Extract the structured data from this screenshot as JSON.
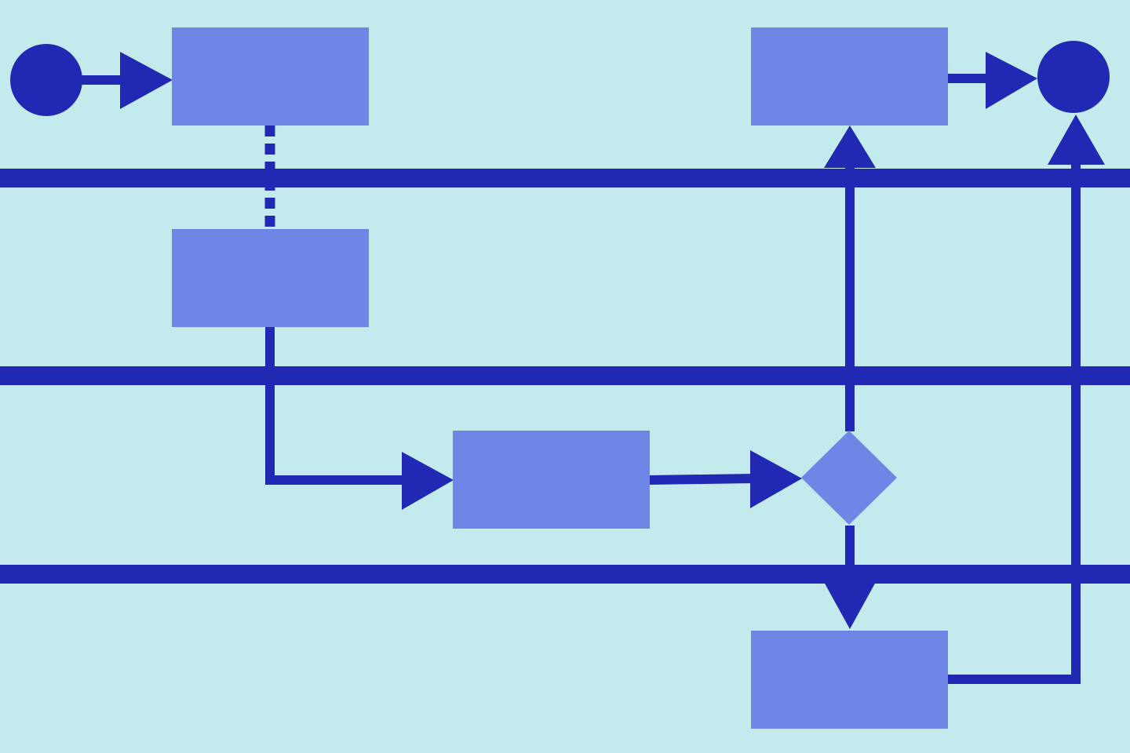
{
  "diagram": {
    "type": "swimlane-flowchart",
    "lane_count": 4,
    "colors": {
      "background": "#C3EBEE",
      "line": "#2128B4",
      "node_fill": "#6E86E6",
      "terminal": "#2128B4"
    },
    "nodes": [
      {
        "id": "start",
        "kind": "start-terminal",
        "lane": 1
      },
      {
        "id": "task-a",
        "kind": "process",
        "lane": 1
      },
      {
        "id": "task-b",
        "kind": "process",
        "lane": 2
      },
      {
        "id": "task-c",
        "kind": "process",
        "lane": 3
      },
      {
        "id": "decision",
        "kind": "decision",
        "lane": 3
      },
      {
        "id": "task-d",
        "kind": "process",
        "lane": 1
      },
      {
        "id": "task-e",
        "kind": "process",
        "lane": 4
      },
      {
        "id": "end",
        "kind": "end-terminal",
        "lane": 1
      }
    ],
    "edges": [
      {
        "from": "start",
        "to": "task-a",
        "style": "solid",
        "arrow": true
      },
      {
        "from": "task-a",
        "to": "task-b",
        "style": "dashed",
        "arrow": false
      },
      {
        "from": "task-b",
        "to": "task-c",
        "style": "solid",
        "arrow": true
      },
      {
        "from": "task-c",
        "to": "decision",
        "style": "solid",
        "arrow": true
      },
      {
        "from": "decision",
        "to": "task-d",
        "style": "solid",
        "arrow": true
      },
      {
        "from": "decision",
        "to": "task-e",
        "style": "solid",
        "arrow": true
      },
      {
        "from": "task-d",
        "to": "end",
        "style": "solid",
        "arrow": true
      },
      {
        "from": "task-e",
        "to": "end",
        "style": "solid",
        "arrow": true
      }
    ]
  }
}
